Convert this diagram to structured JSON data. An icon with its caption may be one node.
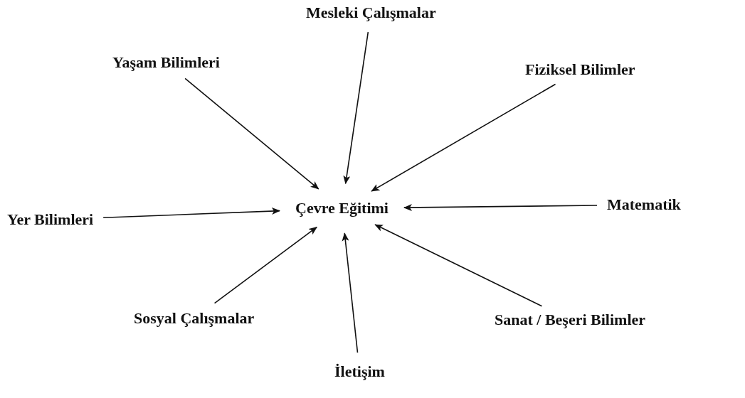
{
  "diagram": {
    "nodes": [
      {
        "text": [
          "Mesleki Çalışmalar"
        ]
      },
      {
        "text": [
          "Yaşam Bilimleri"
        ]
      },
      {
        "text": [
          "Fiziksel Bilimler"
        ]
      },
      {
        "text": [
          "Yer Bilimleri"
        ]
      },
      {
        "text": [
          "Çevre Eğitimi"
        ]
      },
      {
        "text": [
          "Matematik"
        ]
      },
      {
        "text": [
          "Sosyal Çalışmalar"
        ]
      },
      {
        "text": [
          "Sanat / Beşeri Bilimler"
        ]
      },
      {
        "text": [
          "İletişim"
        ]
      }
    ],
    "edges": [
      {
        "from": 0,
        "to": 4,
        "arrow": "to"
      },
      {
        "from": 1,
        "to": 4,
        "arrow": "to"
      },
      {
        "from": 2,
        "to": 4,
        "arrow": "to"
      },
      {
        "from": 3,
        "to": 4,
        "arrow": "to"
      },
      {
        "from": 5,
        "to": 4,
        "arrow": "to"
      },
      {
        "from": 6,
        "to": 4,
        "arrow": "to"
      },
      {
        "from": 7,
        "to": 4,
        "arrow": "to"
      },
      {
        "from": 8,
        "to": 4,
        "arrow": "to"
      }
    ]
  }
}
